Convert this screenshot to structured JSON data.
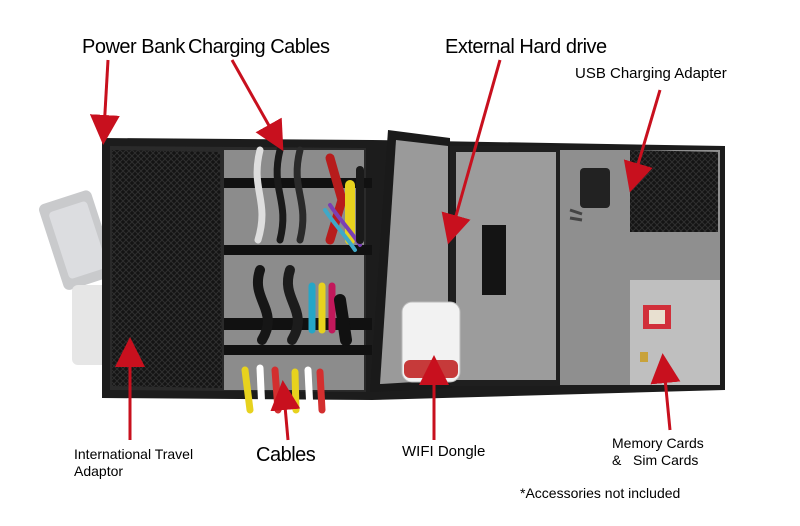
{
  "labels": {
    "power_bank": "Power Bank",
    "charging_cables": "Charging Cables",
    "external_hard_drive": "External Hard drive",
    "usb_charging_adapter": "USB Charging Adapter",
    "travel_adaptor_line1": "International Travel",
    "travel_adaptor_line2": "Adaptor",
    "cables": "Cables",
    "wifi_dongle": "WIFI Dongle",
    "memory_line1": "Memory Cards",
    "memory_line2": "&   Sim Cards",
    "note": "*Accessories not included"
  },
  "colors": {
    "arrow": "#c8101e",
    "case_dark": "#1c1c1c",
    "case_gray": "#8a8a8a",
    "flap_gray": "#9a9a9a",
    "strap": "#111111"
  }
}
